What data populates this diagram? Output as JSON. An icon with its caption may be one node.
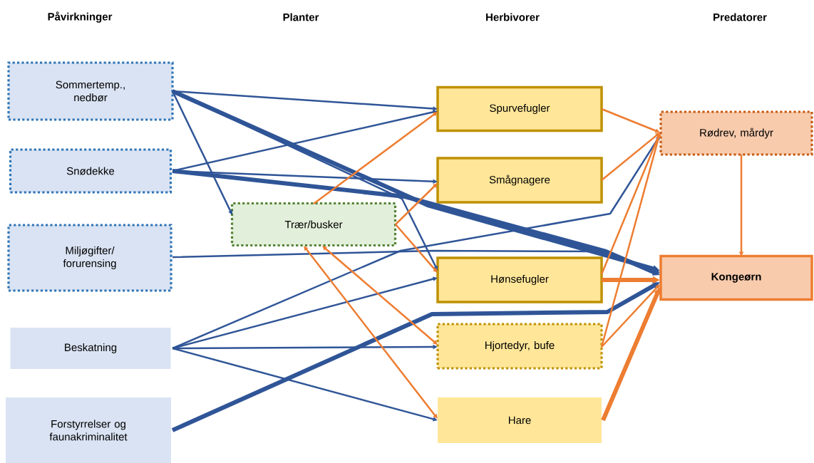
{
  "diagram": {
    "nodes": [
      {
        "text": [
          "Sommertemp., nedbør"
        ]
      },
      {
        "text": [
          "Snødekke"
        ]
      },
      {
        "text": [
          "Miljøgifter/ forurensing"
        ]
      },
      {
        "text": [
          "Beskatning"
        ]
      },
      {
        "text": [
          "Forstyrrelser og faunakriminalitet"
        ]
      },
      {
        "text": [
          "Trær/busker"
        ]
      },
      {
        "text": [
          "Spurvefugler"
        ]
      },
      {
        "text": [
          "Smågnagere"
        ]
      },
      {
        "text": [
          "Hønsefugler"
        ]
      },
      {
        "text": [
          "Hjortedyr, bufe"
        ]
      },
      {
        "text": [
          "Hare"
        ]
      },
      {
        "text": [
          "Rødrev, mårdyr"
        ]
      },
      {
        "text": [
          "Kongeørn"
        ]
      }
    ],
    "edges": [
      {
        "from": 0,
        "to": 6,
        "arrow": "to",
        "color": "#2f5597"
      },
      {
        "from": 0,
        "to": 12,
        "arrow": "to",
        "style": "thick",
        "color": "#2f5597"
      },
      {
        "from": 0,
        "to": 5,
        "arrow": "to",
        "color": "#2f5597"
      },
      {
        "from": 0,
        "to": 8,
        "arrow": "to",
        "color": "#2f5597"
      },
      {
        "from": 1,
        "to": 6,
        "arrow": "to",
        "color": "#2f5597"
      },
      {
        "from": 1,
        "to": 7,
        "arrow": "to",
        "color": "#2f5597"
      },
      {
        "from": 1,
        "to": 12,
        "arrow": "to",
        "style": "thick",
        "color": "#2f5597"
      },
      {
        "from": 2,
        "to": 12,
        "arrow": "to",
        "color": "#2f5597"
      },
      {
        "from": 3,
        "to": 11,
        "arrow": "to",
        "color": "#2f5597"
      },
      {
        "from": 3,
        "to": 8,
        "arrow": "to",
        "color": "#2f5597"
      },
      {
        "from": 3,
        "to": 9,
        "arrow": "to",
        "color": "#2f5597"
      },
      {
        "from": 3,
        "to": 10,
        "arrow": "to",
        "color": "#2f5597"
      },
      {
        "from": 4,
        "to": 12,
        "arrow": "to",
        "style": "thick",
        "color": "#2f5597"
      },
      {
        "from": 5,
        "to": 6,
        "arrow": "to",
        "color": "#ed7d31"
      },
      {
        "from": 5,
        "to": 7,
        "arrow": "to",
        "color": "#ed7d31"
      },
      {
        "from": 5,
        "to": 8,
        "arrow": "to",
        "color": "#ed7d31"
      },
      {
        "from": 5,
        "to": 9,
        "arrow": "both",
        "color": "#ed7d31"
      },
      {
        "from": 5,
        "to": 10,
        "arrow": "both",
        "color": "#ed7d31"
      },
      {
        "from": 6,
        "to": 11,
        "arrow": "to",
        "color": "#ed7d31"
      },
      {
        "from": 7,
        "to": 11,
        "arrow": "to",
        "color": "#ed7d31"
      },
      {
        "from": 8,
        "to": 11,
        "arrow": "to",
        "color": "#ed7d31"
      },
      {
        "from": 9,
        "to": 11,
        "arrow": "to",
        "color": "#ed7d31"
      },
      {
        "from": 8,
        "to": 12,
        "arrow": "to",
        "style": "thick",
        "color": "#ed7d31"
      },
      {
        "from": 9,
        "to": 12,
        "arrow": "to",
        "color": "#ed7d31"
      },
      {
        "from": 10,
        "to": 12,
        "arrow": "to",
        "style": "thick",
        "color": "#ed7d31"
      },
      {
        "from": 11,
        "to": 12,
        "arrow": "to",
        "color": "#ed7d31"
      }
    ],
    "labels": [
      "Påvirkninger",
      "Planter",
      "Herbivorer",
      "Predatorer"
    ]
  }
}
